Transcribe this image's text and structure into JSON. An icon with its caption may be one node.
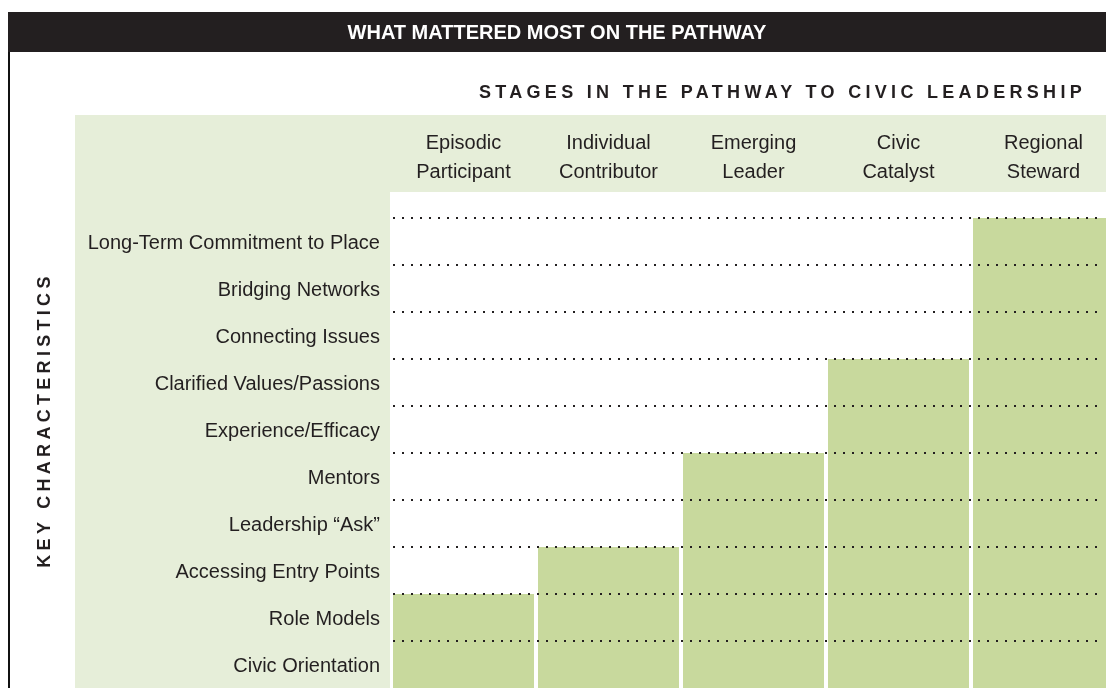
{
  "diagram": {
    "title": "WHAT MATTERED MOST ON THE PATHWAY",
    "labels": [
      "STAGES IN THE PATHWAY TO CIVIC LEADERSHIP",
      "Episodic Participant",
      "Individual Contributor",
      "Emerging Leader",
      "Civic Catalyst",
      "Regional Steward",
      "KEY CHARACTERISTICS",
      "Long-Term Commitment to Place",
      "Bridging Networks",
      "Connecting Issues",
      "Clarified Values/Passions",
      "Experience/Efficacy",
      "Mentors",
      "Leadership “Ask”",
      "Accessing Entry Points",
      "Role Models",
      "Civic Orientation"
    ]
  }
}
